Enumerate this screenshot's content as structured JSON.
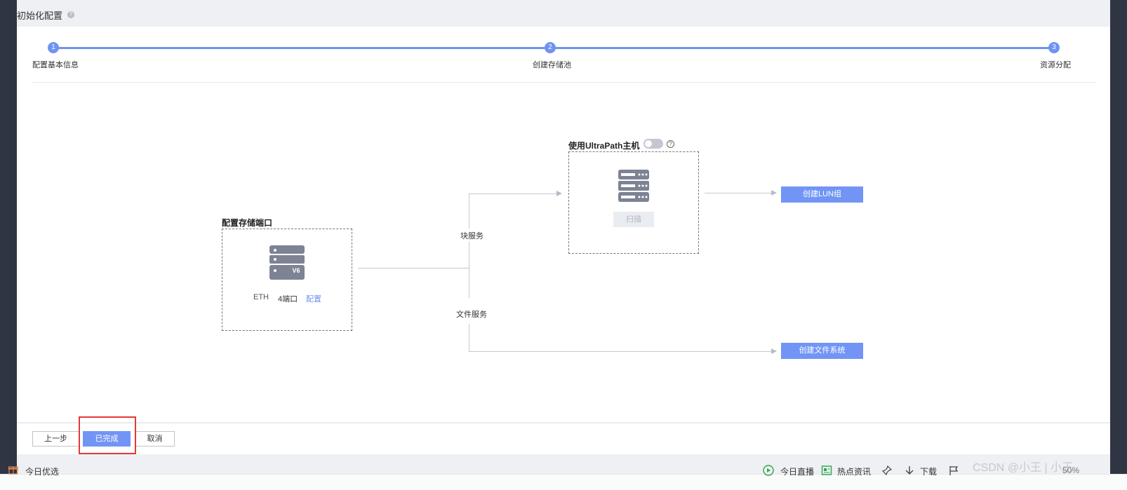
{
  "page": {
    "title": "初始化配置"
  },
  "steps": [
    {
      "number": "1",
      "label": "配置基本信息"
    },
    {
      "number": "2",
      "label": "创建存储池"
    },
    {
      "number": "3",
      "label": "资源分配"
    }
  ],
  "storage_port": {
    "section_title": "配置存储端口",
    "server_badge": "V6",
    "eth_label": "ETH",
    "port_count": "4端口",
    "config_link": "配置"
  },
  "routing": {
    "block_service": "块服务",
    "file_service": "文件服务"
  },
  "ultrapath": {
    "label": "使用UltraPath主机",
    "toggle_on": false,
    "scan_button": "扫描"
  },
  "actions": {
    "create_lun_group": "创建LUN组",
    "create_filesystem": "创建文件系统"
  },
  "footer": {
    "prev": "上一步",
    "done": "已完成",
    "cancel": "取消"
  },
  "taskbar": {
    "left_item": "今日优选",
    "live": "今日直播",
    "news": "热点资讯",
    "download": "下载",
    "watermark": "CSDN @小王 | 小王",
    "zoom": "50%"
  },
  "colors": {
    "accent": "#7295f5",
    "step": "#6f93f3",
    "highlight_box": "#e53935"
  }
}
